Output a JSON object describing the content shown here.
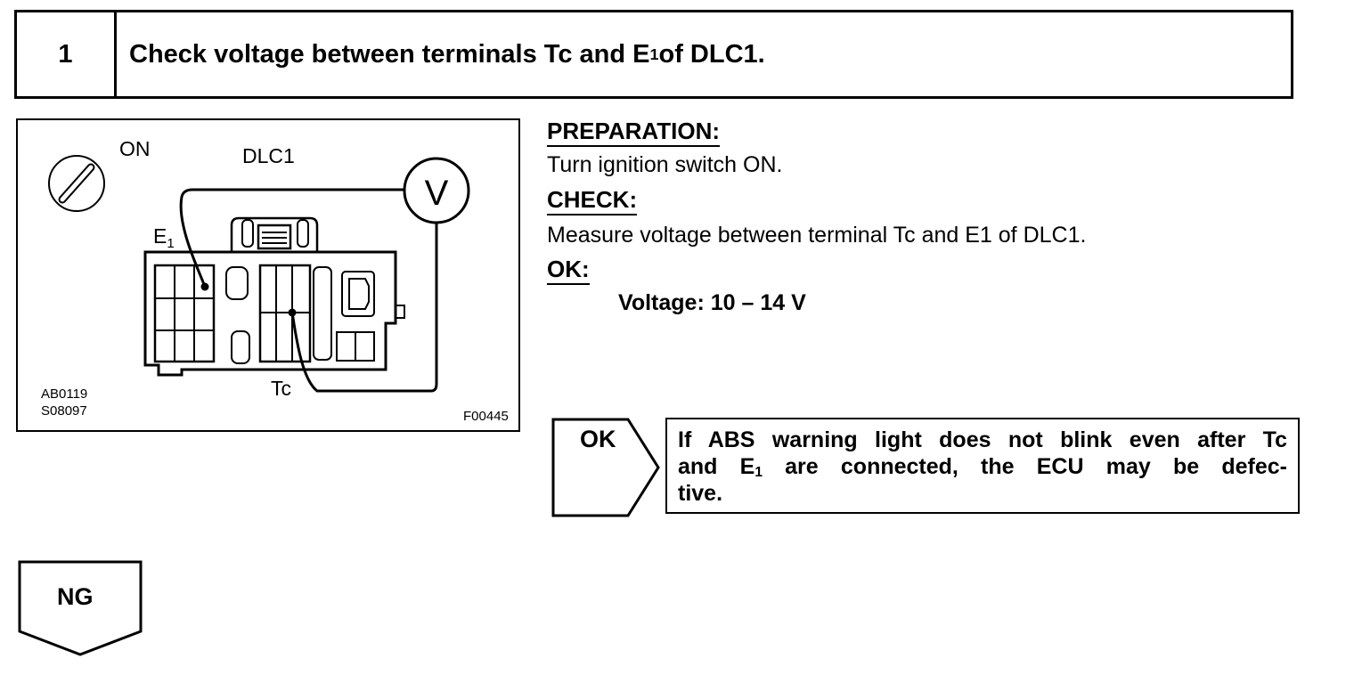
{
  "step": {
    "number": "1",
    "title_pre": "Check voltage between terminals Tc and E",
    "title_sub": "1",
    "title_post": " of DLC1."
  },
  "figure": {
    "switch_label": "ON",
    "connector_label": "DLC1",
    "e1_label_main": "E",
    "e1_label_sub": "1",
    "tc_label": "Tc",
    "meter_symbol": "V",
    "code_1": "AB0119",
    "code_2": "S08097",
    "code_3": "F00445"
  },
  "preparation": {
    "heading": "PREPARATION:",
    "text": "Turn ignition switch ON."
  },
  "check": {
    "heading": "CHECK:",
    "text": "Measure voltage between terminal Tc and E1 of DLC1."
  },
  "ok": {
    "heading": "OK:",
    "spec": "Voltage: 10 – 14 V"
  },
  "result_ok": {
    "arrow_label": "OK",
    "line1": "If ABS warning light does not blink even after Tc",
    "line2_pre": "and E",
    "line2_sub": "1",
    "line2_post": " are connected, the ECU may be defec-",
    "line3": "tive."
  },
  "result_ng": {
    "arrow_label": "NG"
  }
}
